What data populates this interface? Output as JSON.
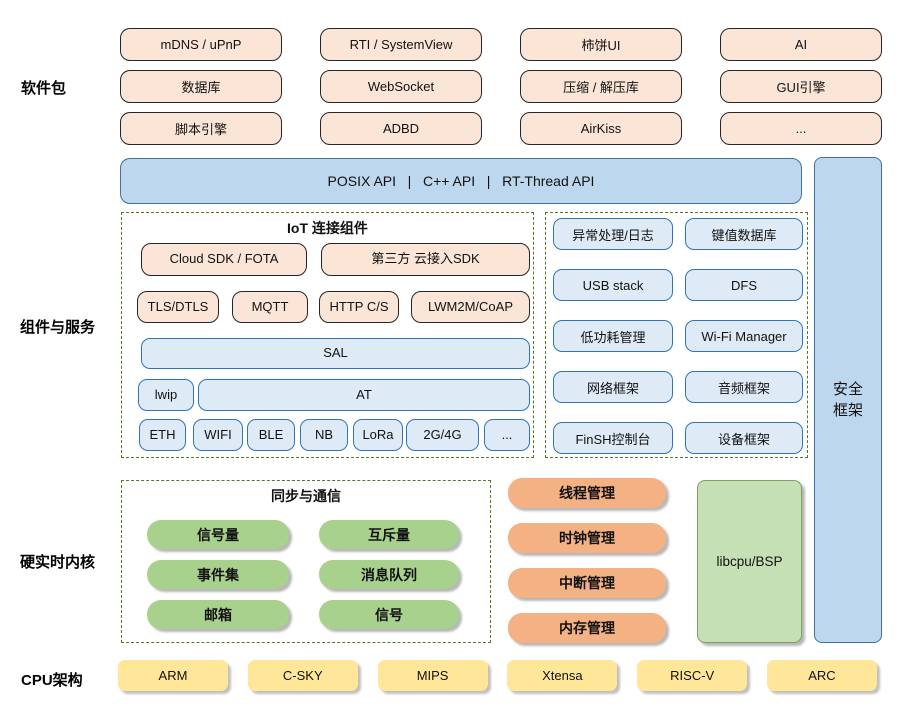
{
  "sections": {
    "packages_label": "软件包",
    "components_label": "组件与服务",
    "kernel_label": "硬实时内核",
    "cpu_label": "CPU架构"
  },
  "packages": [
    "mDNS / uPnP",
    "RTI / SystemView",
    "柿饼UI",
    "AI",
    "数据库",
    "WebSocket",
    "压缩 / 解压库",
    "GUI引擎",
    "脚本引擎",
    "ADBD",
    "AirKiss",
    "..."
  ],
  "api_bar": "POSIX API   |   C++ API   |   RT-Thread API",
  "security_framework": {
    "line1": "安全",
    "line2": "框架"
  },
  "iot": {
    "title": "IoT 连接组件",
    "sdk": [
      "Cloud SDK / FOTA",
      "第三方 云接入SDK"
    ],
    "protocols": [
      "TLS/DTLS",
      "MQTT",
      "HTTP C/S",
      "LWM2M/CoAP"
    ],
    "sal": "SAL",
    "lwip": "lwip",
    "at": "AT",
    "links": [
      "ETH",
      "WIFI",
      "BLE",
      "NB",
      "LoRa",
      "2G/4G",
      "..."
    ]
  },
  "services": [
    "异常处理/日志",
    "键值数据库",
    "USB stack",
    "DFS",
    "低功耗管理",
    "Wi-Fi Manager",
    "网络框架",
    "音频框架",
    "FinSH控制台",
    "设备框架"
  ],
  "kernel": {
    "sync_title": "同步与通信",
    "sync_items": [
      "信号量",
      "互斥量",
      "事件集",
      "消息队列",
      "邮箱",
      "信号"
    ],
    "mgmt_items": [
      "线程管理",
      "时钟管理",
      "中断管理",
      "内存管理"
    ],
    "libcpu": "libcpu/BSP"
  },
  "cpu_archs": [
    "ARM",
    "C-SKY",
    "MIPS",
    "Xtensa",
    "RISC-V",
    "ARC"
  ],
  "colors": {
    "peach_fill": "#FBE5D6",
    "blue_bar_fill": "#BDD7EE",
    "blue_bar_border": "#41719C",
    "light_blue_fill": "#DEEBF7",
    "light_blue_border": "#2E75B6",
    "green_fill": "#A9D18E",
    "orange_fill": "#F4B183",
    "libcpu_fill": "#C5E0B4",
    "yellow_fill": "#FFE699",
    "dashed_border": "#4F7A28"
  }
}
